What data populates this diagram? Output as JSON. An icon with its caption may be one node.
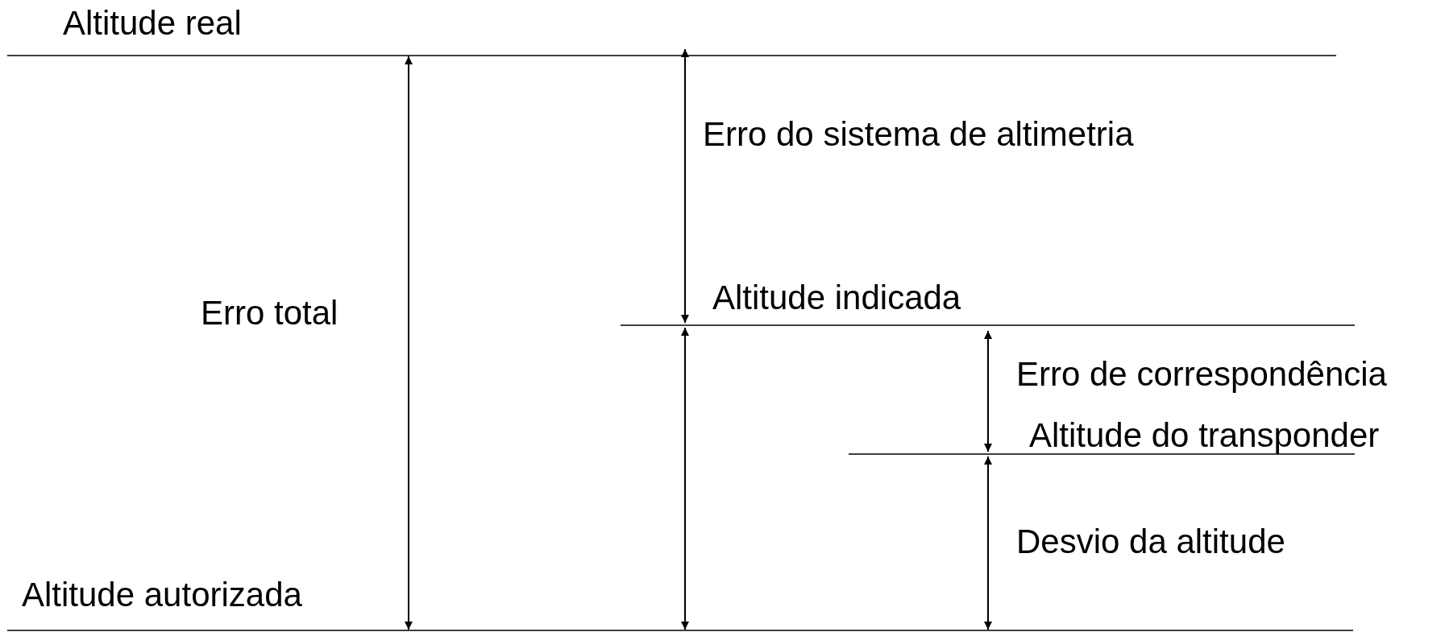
{
  "diagram": {
    "labels": [
      "Altitude real",
      "Erro do sistema de altimetria",
      "Altitude indicada",
      "Erro total",
      "Erro de correspondência",
      "Altitude do transponder",
      "Desvio da altitude",
      "Altitude autorizada"
    ]
  }
}
